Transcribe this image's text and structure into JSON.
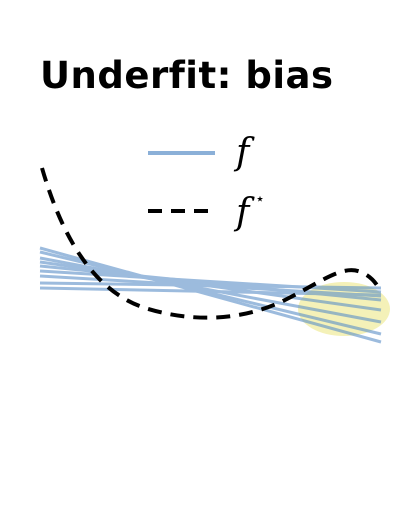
{
  "title": "Underfit: bias",
  "legend": {
    "model_symbol": "f",
    "target_symbol": "f",
    "target_superscript": "⋆",
    "model_color": "#5b8fc8",
    "target_color": "#000000"
  },
  "fit_color": "#5b8fc8",
  "highlight_color": "#f3efb0"
}
